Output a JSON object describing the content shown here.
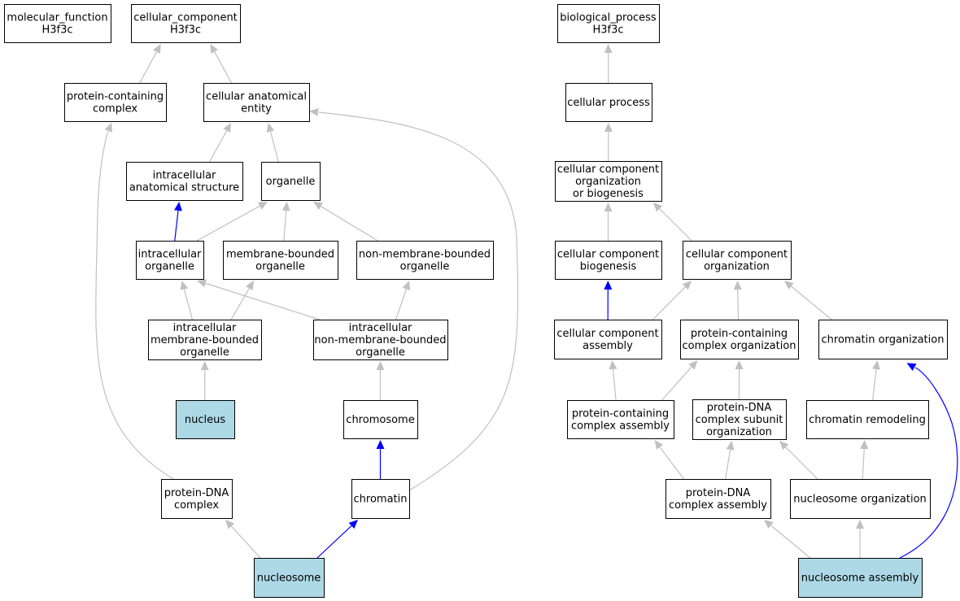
{
  "colors": {
    "node_fill": "#ffffff",
    "highlight_fill": "#add8e6",
    "gray_edge": "#c0c0c0",
    "blue_edge": "#0000ff"
  },
  "nodes": {
    "mf_root": [
      "molecular_function",
      "H3f3c"
    ],
    "cc_root": [
      "cellular_component",
      "H3f3c"
    ],
    "bp_root": [
      "biological_process",
      "H3f3c"
    ],
    "protein_containing_complex": [
      "protein-containing",
      "complex"
    ],
    "cellular_anatomical_entity": [
      "cellular anatomical",
      "entity"
    ],
    "cellular_process": [
      "cellular process"
    ],
    "intracellular_anatomical_structure": [
      "intracellular",
      "anatomical structure"
    ],
    "organelle": [
      "organelle"
    ],
    "cc_org_or_biogenesis": [
      "cellular component",
      "organization",
      "or biogenesis"
    ],
    "intracellular_organelle": [
      "intracellular",
      "organelle"
    ],
    "membrane_bounded_organelle": [
      "membrane-bounded",
      "organelle"
    ],
    "non_membrane_bounded_organelle": [
      "non-membrane-bounded",
      "organelle"
    ],
    "cc_biogenesis": [
      "cellular component",
      "biogenesis"
    ],
    "cc_organization": [
      "cellular component",
      "organization"
    ],
    "intracellular_mb_organelle": [
      "intracellular",
      "membrane-bounded",
      "organelle"
    ],
    "intracellular_nmb_organelle": [
      "intracellular",
      "non-membrane-bounded",
      "organelle"
    ],
    "cc_assembly": [
      "cellular component",
      "assembly"
    ],
    "pc_complex_organization": [
      "protein-containing",
      "complex organization"
    ],
    "chromatin_organization": [
      "chromatin organization"
    ],
    "nucleus": [
      "nucleus"
    ],
    "chromosome": [
      "chromosome"
    ],
    "pc_complex_assembly": [
      "protein-containing",
      "complex assembly"
    ],
    "protein_dna_subunit_org": [
      "protein-DNA",
      "complex subunit",
      "organization"
    ],
    "chromatin_remodeling": [
      "chromatin remodeling"
    ],
    "protein_dna_complex": [
      "protein-DNA",
      "complex"
    ],
    "chromatin": [
      "chromatin"
    ],
    "protein_dna_complex_assembly": [
      "protein-DNA",
      "complex assembly"
    ],
    "nucleosome_organization": [
      "nucleosome organization"
    ],
    "nucleosome": [
      "nucleosome"
    ],
    "nucleosome_assembly": [
      "nucleosome assembly"
    ]
  },
  "highlighted": [
    "nucleus",
    "nucleosome",
    "nucleosome_assembly"
  ],
  "edges": [
    {
      "from": "protein_containing_complex",
      "to": "cc_root",
      "type": "gray"
    },
    {
      "from": "cellular_anatomical_entity",
      "to": "cc_root",
      "type": "gray"
    },
    {
      "from": "cellular_process",
      "to": "bp_root",
      "type": "gray"
    },
    {
      "from": "intracellular_anatomical_structure",
      "to": "cellular_anatomical_entity",
      "type": "gray"
    },
    {
      "from": "organelle",
      "to": "cellular_anatomical_entity",
      "type": "gray"
    },
    {
      "from": "cc_org_or_biogenesis",
      "to": "cellular_process",
      "type": "gray"
    },
    {
      "from": "intracellular_organelle",
      "to": "intracellular_anatomical_structure",
      "type": "blue"
    },
    {
      "from": "intracellular_organelle",
      "to": "organelle",
      "type": "gray"
    },
    {
      "from": "membrane_bounded_organelle",
      "to": "organelle",
      "type": "gray"
    },
    {
      "from": "non_membrane_bounded_organelle",
      "to": "organelle",
      "type": "gray"
    },
    {
      "from": "cc_biogenesis",
      "to": "cc_org_or_biogenesis",
      "type": "gray"
    },
    {
      "from": "cc_organization",
      "to": "cc_org_or_biogenesis",
      "type": "gray"
    },
    {
      "from": "intracellular_mb_organelle",
      "to": "intracellular_organelle",
      "type": "gray"
    },
    {
      "from": "intracellular_mb_organelle",
      "to": "membrane_bounded_organelle",
      "type": "gray"
    },
    {
      "from": "intracellular_nmb_organelle",
      "to": "intracellular_organelle",
      "type": "gray"
    },
    {
      "from": "intracellular_nmb_organelle",
      "to": "non_membrane_bounded_organelle",
      "type": "gray"
    },
    {
      "from": "cc_assembly",
      "to": "cc_biogenesis",
      "type": "blue"
    },
    {
      "from": "cc_assembly",
      "to": "cc_organization",
      "type": "gray"
    },
    {
      "from": "pc_complex_organization",
      "to": "cc_organization",
      "type": "gray"
    },
    {
      "from": "chromatin_organization",
      "to": "cc_organization",
      "type": "gray"
    },
    {
      "from": "nucleus",
      "to": "intracellular_mb_organelle",
      "type": "gray"
    },
    {
      "from": "chromosome",
      "to": "intracellular_nmb_organelle",
      "type": "gray"
    },
    {
      "from": "pc_complex_assembly",
      "to": "cc_assembly",
      "type": "gray"
    },
    {
      "from": "pc_complex_assembly",
      "to": "pc_complex_organization",
      "type": "gray"
    },
    {
      "from": "protein_dna_subunit_org",
      "to": "pc_complex_organization",
      "type": "gray"
    },
    {
      "from": "chromatin_remodeling",
      "to": "chromatin_organization",
      "type": "gray"
    },
    {
      "from": "chromatin",
      "to": "chromosome",
      "type": "blue"
    },
    {
      "from": "chromatin",
      "to": "cellular_anatomical_entity",
      "type": "gray"
    },
    {
      "from": "protein_dna_complex",
      "to": "protein_containing_complex",
      "type": "gray"
    },
    {
      "from": "protein_dna_complex_assembly",
      "to": "pc_complex_assembly",
      "type": "gray"
    },
    {
      "from": "protein_dna_complex_assembly",
      "to": "protein_dna_subunit_org",
      "type": "gray"
    },
    {
      "from": "nucleosome_organization",
      "to": "protein_dna_subunit_org",
      "type": "gray"
    },
    {
      "from": "nucleosome_organization",
      "to": "chromatin_remodeling",
      "type": "gray"
    },
    {
      "from": "nucleosome",
      "to": "protein_dna_complex",
      "type": "gray"
    },
    {
      "from": "nucleosome",
      "to": "chromatin",
      "type": "blue"
    },
    {
      "from": "nucleosome_assembly",
      "to": "protein_dna_complex_assembly",
      "type": "gray"
    },
    {
      "from": "nucleosome_assembly",
      "to": "nucleosome_organization",
      "type": "gray"
    },
    {
      "from": "nucleosome_assembly",
      "to": "chromatin_organization",
      "type": "blue"
    }
  ]
}
